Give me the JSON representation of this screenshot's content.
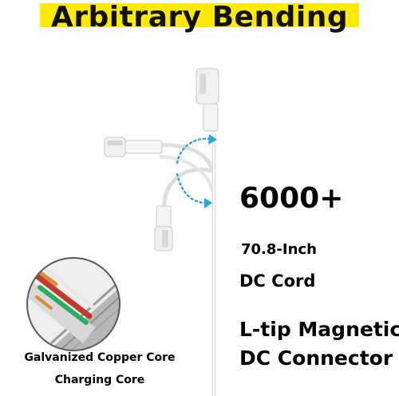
{
  "title": "Arbitrary Bending",
  "bend_count": "6000+",
  "cord_length": "70.8-Inch",
  "cord_type": "DC Cord",
  "connector_line1": "L-tip Magnetic",
  "connector_line2": "DC Connector",
  "core_line1": "Galvanized Copper Core",
  "core_line2": "Charging Core",
  "colors": {
    "title_highlight": "#ffea00",
    "arrow": "#2aa7d8",
    "text": "#000000"
  }
}
